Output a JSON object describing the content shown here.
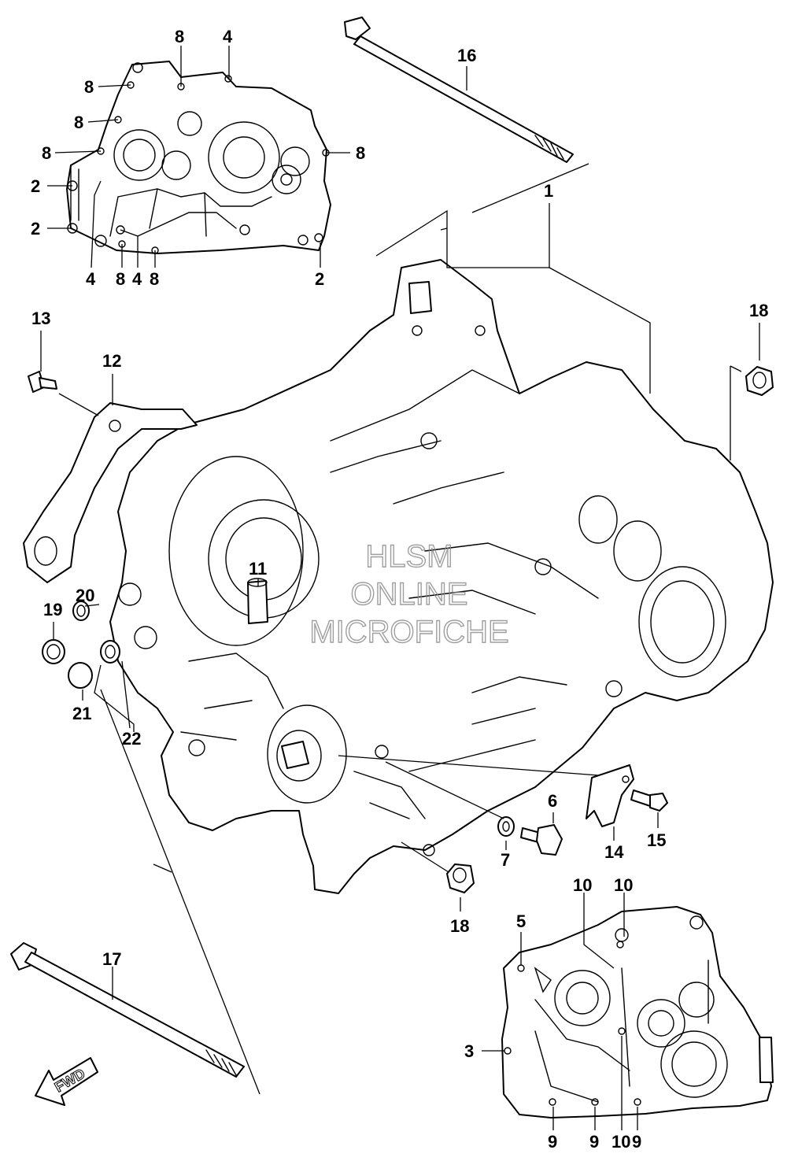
{
  "callouts": {
    "c1": "1",
    "c2a": "2",
    "c2b": "2",
    "c2c": "2",
    "c3": "3",
    "c4a": "4",
    "c4b": "4",
    "c4c": "4",
    "c5": "5",
    "c6": "6",
    "c7": "7",
    "c8a": "8",
    "c8b": "8",
    "c8c": "8",
    "c8d": "8",
    "c8e": "8",
    "c8f": "8",
    "c8g": "8",
    "c9a": "9",
    "c9b": "9",
    "c9c": "9",
    "c10a": "10",
    "c10b": "10",
    "c10c": "10",
    "c11": "11",
    "c12": "12",
    "c13": "13",
    "c14": "14",
    "c15": "15",
    "c16": "16",
    "c17": "17",
    "c18a": "18",
    "c18b": "18",
    "c19": "19",
    "c20": "20",
    "c21": "21",
    "c22": "22"
  },
  "watermark": {
    "line1": "HLSM",
    "line2": "ONLINE",
    "line3": "MICROFICHE"
  },
  "fwd_arrow": {
    "label": "FWD"
  }
}
